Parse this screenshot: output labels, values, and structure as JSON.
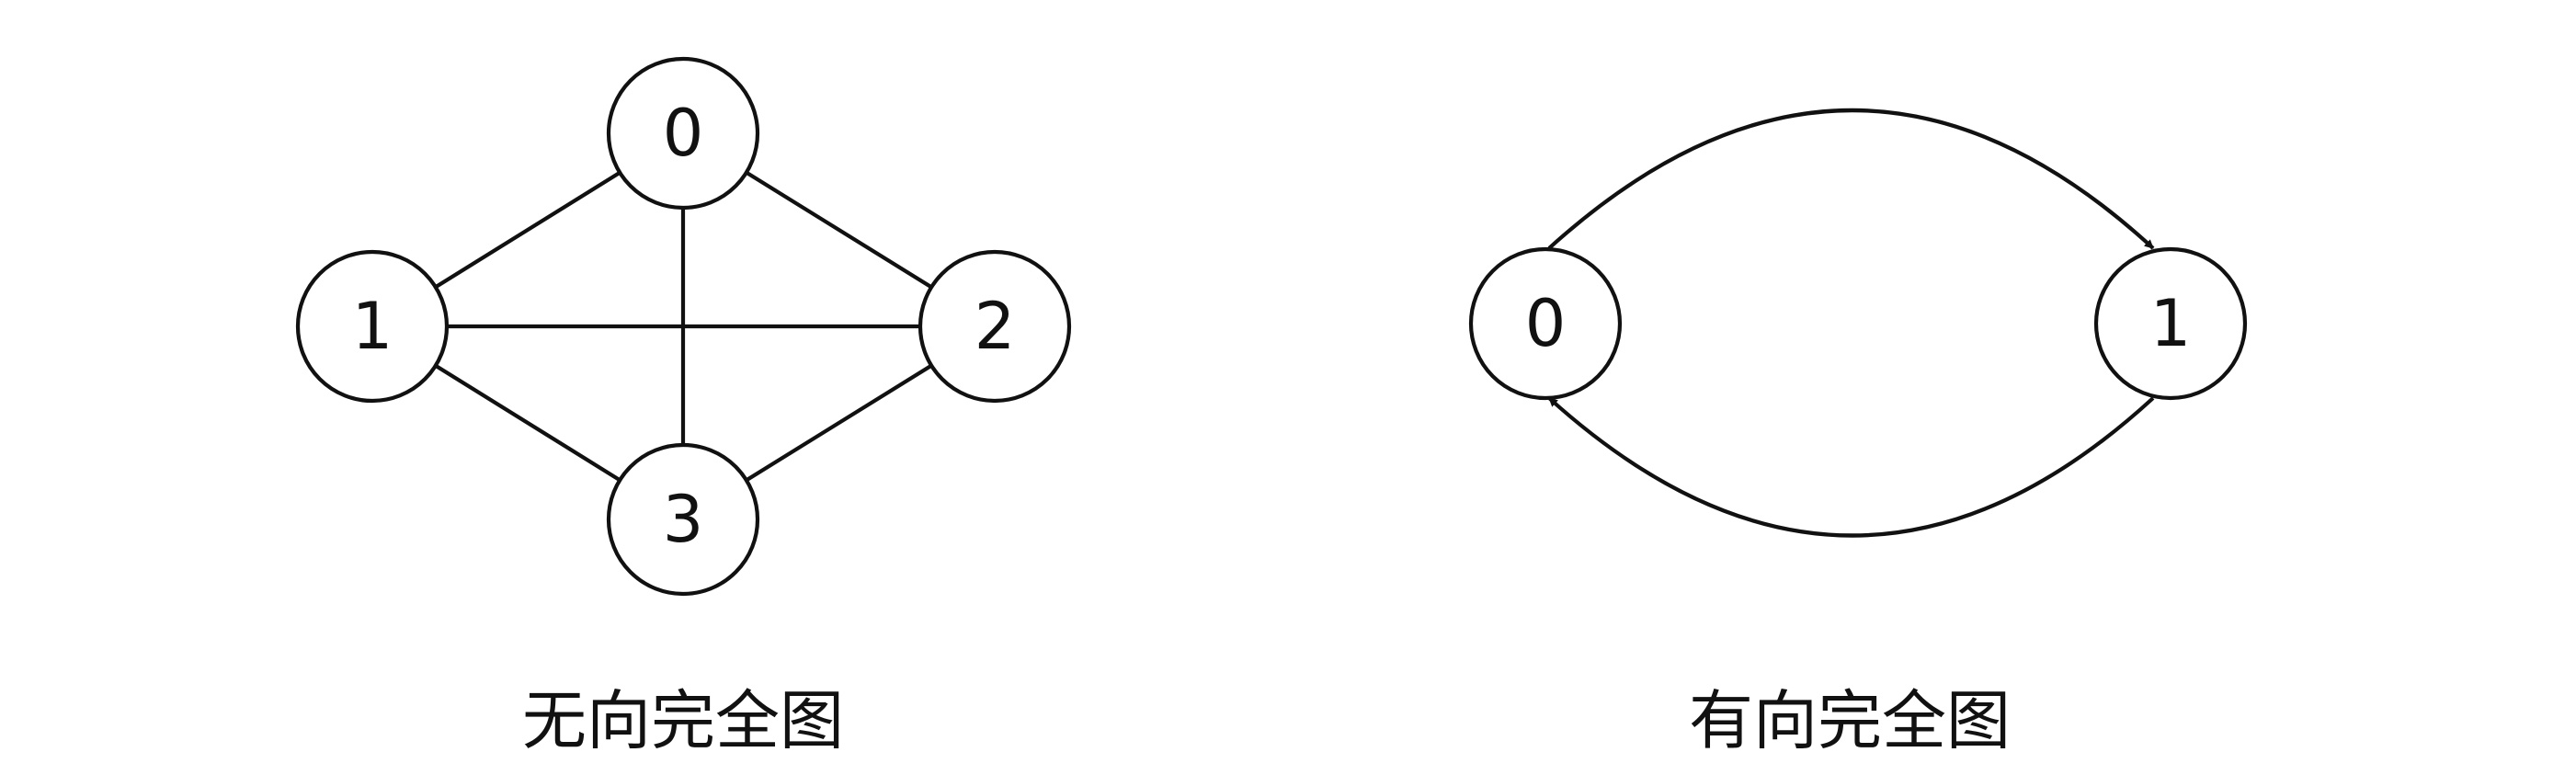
{
  "colors": {
    "stroke": "#111111",
    "background": "#ffffff"
  },
  "undirected_graph": {
    "caption": "无向完全图",
    "nodes": [
      {
        "id": "0",
        "label": "0"
      },
      {
        "id": "1",
        "label": "1"
      },
      {
        "id": "2",
        "label": "2"
      },
      {
        "id": "3",
        "label": "3"
      }
    ],
    "edges": [
      {
        "from": "0",
        "to": "1"
      },
      {
        "from": "0",
        "to": "2"
      },
      {
        "from": "0",
        "to": "3"
      },
      {
        "from": "1",
        "to": "2"
      },
      {
        "from": "1",
        "to": "3"
      },
      {
        "from": "2",
        "to": "3"
      }
    ]
  },
  "directed_graph": {
    "caption": "有向完全图",
    "nodes": [
      {
        "id": "0",
        "label": "0"
      },
      {
        "id": "1",
        "label": "1"
      }
    ],
    "edges": [
      {
        "from": "0",
        "to": "1",
        "directed": true
      },
      {
        "from": "1",
        "to": "0",
        "directed": true
      }
    ]
  }
}
